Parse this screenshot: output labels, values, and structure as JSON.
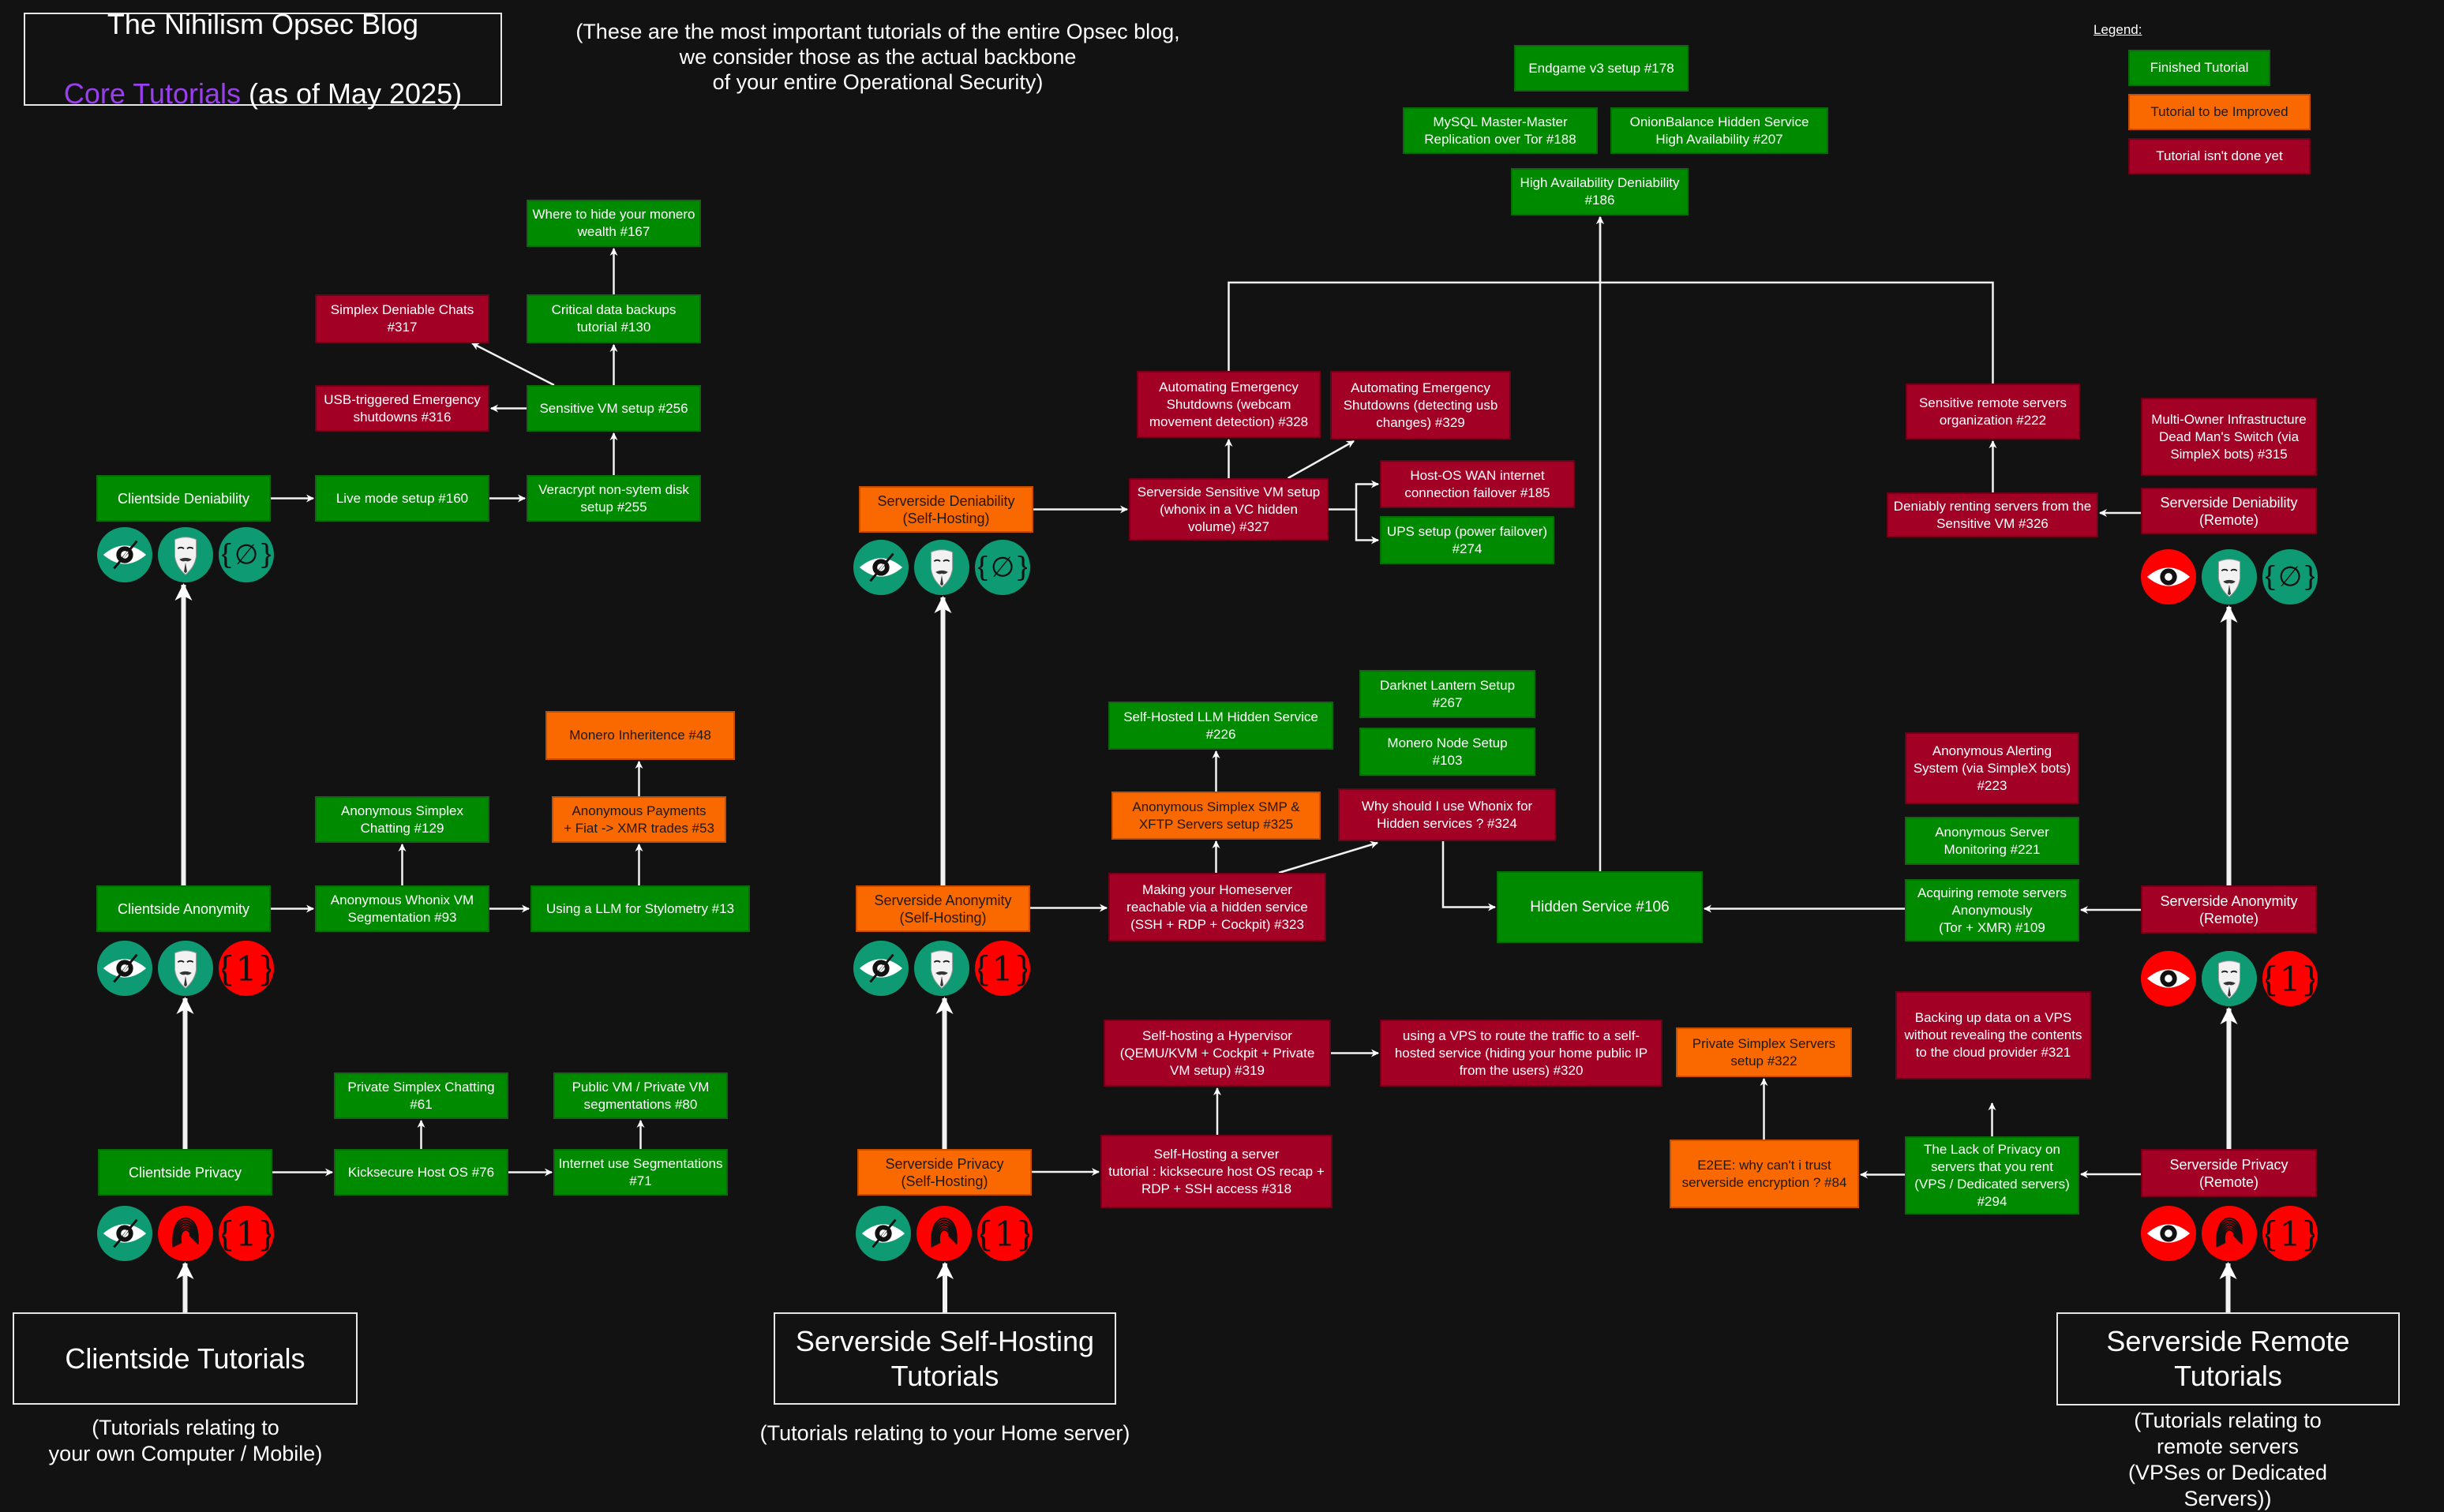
{
  "header": {
    "title_line1": "The Nihilism Opsec Blog",
    "title_accent": "Core Tutorials",
    "title_rest": " (as of May 2025)",
    "subtitle": "(These are the most important tutorials of the entire Opsec blog,\nwe consider those as the actual backbone\nof your entire Operational Security)"
  },
  "colors": {
    "finished": "#008a00",
    "improve": "#fa6800",
    "notdone": "#a20025",
    "accent": "#9a3ff0",
    "icon_ok": "#0e9b73",
    "icon_bad": "#ff0000",
    "background": "#121212"
  },
  "legend": {
    "label": "Legend:",
    "items": [
      {
        "label": "Finished Tutorial",
        "status": "finished"
      },
      {
        "label": "Tutorial to be Improved",
        "status": "improve"
      },
      {
        "label": "Tutorial isn't done yet",
        "status": "notdone"
      }
    ]
  },
  "categories": {
    "clientside": {
      "title": "Clientside Tutorials",
      "caption": "(Tutorials relating to\nyour own Computer / Mobile)"
    },
    "selfhosting": {
      "title": "Serverside Self-Hosting\nTutorials",
      "caption": "(Tutorials relating to your Home server)"
    },
    "remote": {
      "title": "Serverside Remote\nTutorials",
      "caption": "(Tutorials relating to remote servers\n(VPSes or Dedicated Servers))"
    }
  },
  "icon_rows": {
    "client_deniability": [
      "privacy-ok",
      "anonymity-ok",
      "deniability-ok"
    ],
    "client_anonymity": [
      "privacy-ok",
      "anonymity-ok",
      "deniability-bad"
    ],
    "client_privacy": [
      "privacy-ok",
      "anonymity-bad",
      "deniability-bad"
    ],
    "sh_deniability": [
      "privacy-ok",
      "anonymity-ok",
      "deniability-ok"
    ],
    "sh_anonymity": [
      "privacy-ok",
      "anonymity-ok",
      "deniability-bad"
    ],
    "sh_privacy": [
      "privacy-ok",
      "anonymity-bad",
      "deniability-bad"
    ],
    "rm_deniability": [
      "privacy-bad",
      "anonymity-ok",
      "deniability-ok"
    ],
    "rm_anonymity": [
      "privacy-bad",
      "anonymity-ok",
      "deniability-bad"
    ],
    "rm_privacy": [
      "privacy-bad",
      "anonymity-bad",
      "deniability-bad"
    ]
  },
  "nodes": {
    "client_deniability": {
      "label": "Clientside Deniability",
      "status": "finished"
    },
    "n160": {
      "label": "Live mode setup #160",
      "status": "finished"
    },
    "n255": {
      "label": "Veracrypt non-sytem disk\nsetup #255",
      "status": "finished"
    },
    "n256": {
      "label": "Sensitive VM setup #256",
      "status": "finished"
    },
    "n316": {
      "label": "USB-triggered Emergency\nshutdowns #316",
      "status": "notdone"
    },
    "n317": {
      "label": "Simplex Deniable Chats\n#317",
      "status": "notdone"
    },
    "n130": {
      "label": "Critical data backups\ntutorial #130",
      "status": "finished"
    },
    "n167": {
      "label": "Where to hide your monero\nwealth #167",
      "status": "finished"
    },
    "client_anonymity": {
      "label": "Clientside Anonymity",
      "status": "finished"
    },
    "n93": {
      "label": "Anonymous Whonix VM\nSegmentation #93",
      "status": "finished"
    },
    "n13": {
      "label": "Using a LLM for Stylometry #13",
      "status": "finished"
    },
    "n129": {
      "label": "Anonymous Simplex\nChatting #129",
      "status": "finished"
    },
    "n53": {
      "label": "Anonymous Payments\n+ Fiat -> XMR trades #53",
      "status": "improve"
    },
    "n48": {
      "label": "Monero Inheritence #48",
      "status": "improve"
    },
    "client_privacy": {
      "label": "Clientside Privacy",
      "status": "finished"
    },
    "n76": {
      "label": "Kicksecure Host OS #76",
      "status": "finished"
    },
    "n71": {
      "label": "Internet use Segmentations\n#71",
      "status": "finished"
    },
    "n61": {
      "label": "Private Simplex Chatting\n#61",
      "status": "finished"
    },
    "n80": {
      "label": "Public VM / Private VM\nsegmentations #80",
      "status": "finished"
    },
    "sh_deniability": {
      "label": "Serverside Deniability\n(Self-Hosting)",
      "status": "improve"
    },
    "n327": {
      "label": "Serverside Sensitive VM setup\n(whonix in a VC hidden\nvolume) #327",
      "status": "notdone"
    },
    "n328": {
      "label": "Automating Emergency\nShutdowns (webcam\nmovement detection) #328",
      "status": "notdone"
    },
    "n329": {
      "label": "Automating Emergency\nShutdowns (detecting usb\nchanges) #329",
      "status": "notdone"
    },
    "n185": {
      "label": "Host-OS WAN internet\nconnection failover #185",
      "status": "notdone"
    },
    "n274": {
      "label": "UPS setup (power failover)\n#274",
      "status": "finished"
    },
    "sh_anonymity": {
      "label": "Serverside Anonymity\n(Self-Hosting)",
      "status": "improve"
    },
    "n323": {
      "label": "Making your Homeserver\nreachable via a hidden service\n(SSH + RDP + Cockpit) #323",
      "status": "notdone"
    },
    "n325": {
      "label": "Anonymous Simplex SMP &\nXFTP Servers setup #325",
      "status": "improve"
    },
    "n226": {
      "label": "Self-Hosted LLM Hidden Service\n#226",
      "status": "finished"
    },
    "n324": {
      "label": "Why should I use Whonix for\nHidden services ? #324",
      "status": "notdone"
    },
    "n267": {
      "label": "Darknet Lantern Setup\n#267",
      "status": "finished"
    },
    "n103": {
      "label": "Monero Node Setup\n#103",
      "status": "finished"
    },
    "n106": {
      "label": "Hidden Service #106",
      "status": "finished"
    },
    "sh_privacy": {
      "label": "Serverside Privacy\n(Self-Hosting)",
      "status": "improve"
    },
    "n318": {
      "label": "Self-Hosting a server\ntutorial : kicksecure host OS recap +\nRDP + SSH access #318",
      "status": "notdone"
    },
    "n319": {
      "label": "Self-hosting a Hypervisor\n(QEMU/KVM + Cockpit + Private\nVM setup) #319",
      "status": "notdone"
    },
    "n320": {
      "label": "using a VPS to route the traffic to a self-\nhosted service (hiding your home public IP\nfrom the users) #320",
      "status": "notdone"
    },
    "n178": {
      "label": "Endgame v3 setup #178",
      "status": "finished"
    },
    "n188": {
      "label": "MySQL Master-Master\nReplication over Tor #188",
      "status": "finished"
    },
    "n207": {
      "label": "OnionBalance Hidden Service\nHigh Availability #207",
      "status": "finished"
    },
    "n186": {
      "label": "High Availability Deniability\n#186",
      "status": "finished"
    },
    "n222": {
      "label": "Sensitive remote servers\norganization #222",
      "status": "notdone"
    },
    "n326": {
      "label": "Deniably renting servers from the\nSensitive VM #326",
      "status": "notdone"
    },
    "n315": {
      "label": "Multi-Owner Infrastructure\nDead Man's Switch (via\nSimpleX bots) #315",
      "status": "notdone"
    },
    "rm_deniability": {
      "label": "Serverside Deniability\n(Remote)",
      "status": "notdone"
    },
    "n223": {
      "label": "Anonymous Alerting\nSystem (via SimpleX bots)\n#223",
      "status": "notdone"
    },
    "n221": {
      "label": "Anonymous Server\nMonitoring #221",
      "status": "finished"
    },
    "n109": {
      "label": "Acquiring remote servers\nAnonymously\n(Tor + XMR) #109",
      "status": "finished"
    },
    "rm_anonymity": {
      "label": "Serverside Anonymity\n(Remote)",
      "status": "notdone"
    },
    "n321": {
      "label": "Backing up data on a VPS\nwithout revealing the contents\nto the cloud provider #321",
      "status": "notdone"
    },
    "n294": {
      "label": "The Lack of Privacy on\nservers that you rent\n(VPS / Dedicated servers)\n#294",
      "status": "finished"
    },
    "n84": {
      "label": "E2EE: why can't i trust\nserverside encryption ? #84",
      "status": "improve"
    },
    "n322": {
      "label": "Private Simplex Servers\nsetup #322",
      "status": "improve"
    },
    "rm_privacy": {
      "label": "Serverside Privacy\n(Remote)",
      "status": "notdone"
    }
  },
  "edges": [
    [
      "client_deniability",
      "n160"
    ],
    [
      "n160",
      "n255"
    ],
    [
      "n255",
      "n256"
    ],
    [
      "n256",
      "n316"
    ],
    [
      "n256",
      "n317"
    ],
    [
      "n256",
      "n130"
    ],
    [
      "n130",
      "n167"
    ],
    [
      "client_anonymity",
      "n93"
    ],
    [
      "n93",
      "n13"
    ],
    [
      "n93",
      "n129"
    ],
    [
      "n13",
      "n53"
    ],
    [
      "n53",
      "n48"
    ],
    [
      "client_privacy",
      "n76"
    ],
    [
      "n76",
      "n71"
    ],
    [
      "n76",
      "n61"
    ],
    [
      "n71",
      "n80"
    ],
    [
      "client_privacy",
      "client_anonymity"
    ],
    [
      "client_anonymity",
      "client_deniability"
    ],
    [
      "clientside_cat",
      "client_privacy"
    ],
    [
      "sh_deniability",
      "n327"
    ],
    [
      "n327",
      "n328"
    ],
    [
      "n327",
      "n329"
    ],
    [
      "n327",
      "n185"
    ],
    [
      "n327",
      "n274"
    ],
    [
      "sh_anonymity",
      "n323"
    ],
    [
      "n323",
      "n325"
    ],
    [
      "n325",
      "n226"
    ],
    [
      "n323",
      "n324"
    ],
    [
      "n324",
      "n106"
    ],
    [
      "sh_privacy",
      "n318"
    ],
    [
      "n318",
      "n319"
    ],
    [
      "n319",
      "n320"
    ],
    [
      "sh_privacy",
      "sh_anonymity"
    ],
    [
      "sh_anonymity",
      "sh_deniability"
    ],
    [
      "selfhosting_cat",
      "sh_privacy"
    ],
    [
      "n328",
      "n186"
    ],
    [
      "n222",
      "n186"
    ],
    [
      "n106",
      "n186"
    ],
    [
      "rm_deniability",
      "n326"
    ],
    [
      "n326",
      "n222"
    ],
    [
      "rm_anonymity",
      "n109"
    ],
    [
      "n109",
      "n106"
    ],
    [
      "rm_privacy",
      "n294"
    ],
    [
      "n294",
      "n321"
    ],
    [
      "n294",
      "n84"
    ],
    [
      "n84",
      "n322"
    ],
    [
      "rm_privacy",
      "rm_anonymity"
    ],
    [
      "rm_anonymity",
      "rm_deniability"
    ],
    [
      "remote_cat",
      "rm_privacy"
    ]
  ]
}
